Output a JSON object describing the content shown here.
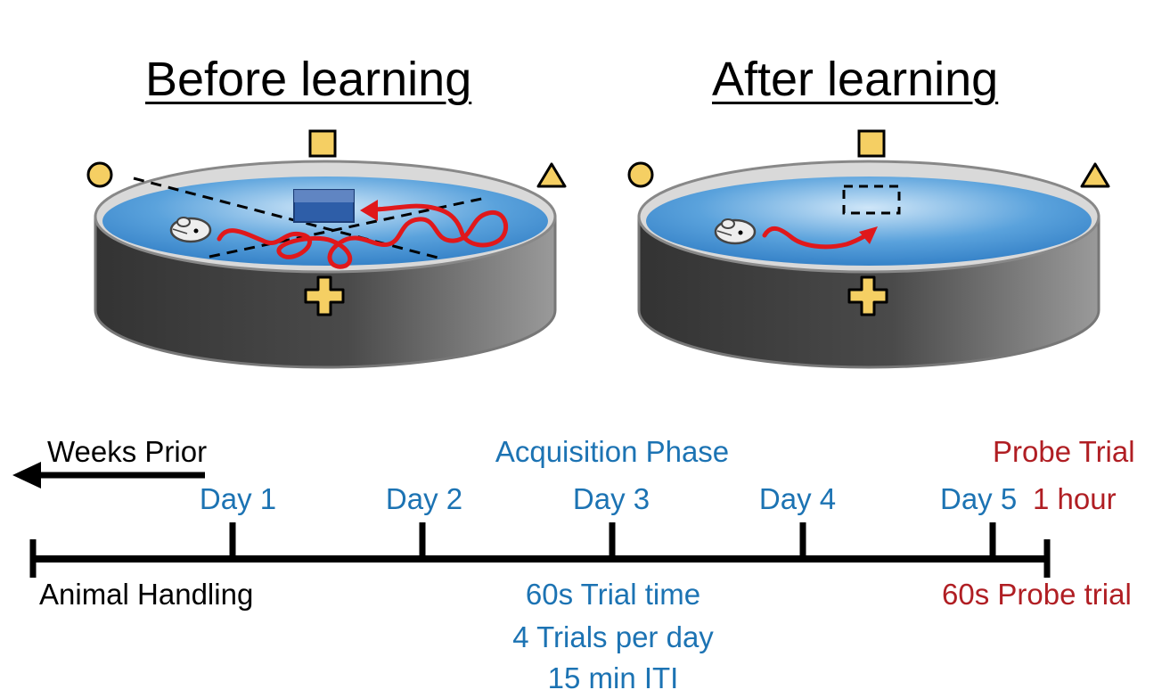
{
  "panels": {
    "before_title": "Before learning",
    "after_title": "After learning"
  },
  "timeline": {
    "weeks_prior": "Weeks Prior",
    "acquisition_phase": "Acquisition Phase",
    "probe_trial_header": "Probe Trial",
    "days": [
      "Day 1",
      "Day 2",
      "Day 3",
      "Day 4",
      "Day 5"
    ],
    "probe_delay": "1 hour",
    "animal_handling": "Animal Handling",
    "trial_details": [
      "60s Trial time",
      "4 Trials per day",
      "15 min ITI"
    ],
    "probe_trial_duration": "60s Probe trial"
  },
  "colors": {
    "acquisition": "#1c73b3",
    "probe": "#b01e23",
    "cue": "#f5cf63",
    "water": "#3f8fd2",
    "path": "#e0181b"
  },
  "icons": [
    "circle-cue",
    "square-cue",
    "triangle-cue",
    "plus-cue",
    "mouse-icon",
    "platform"
  ]
}
